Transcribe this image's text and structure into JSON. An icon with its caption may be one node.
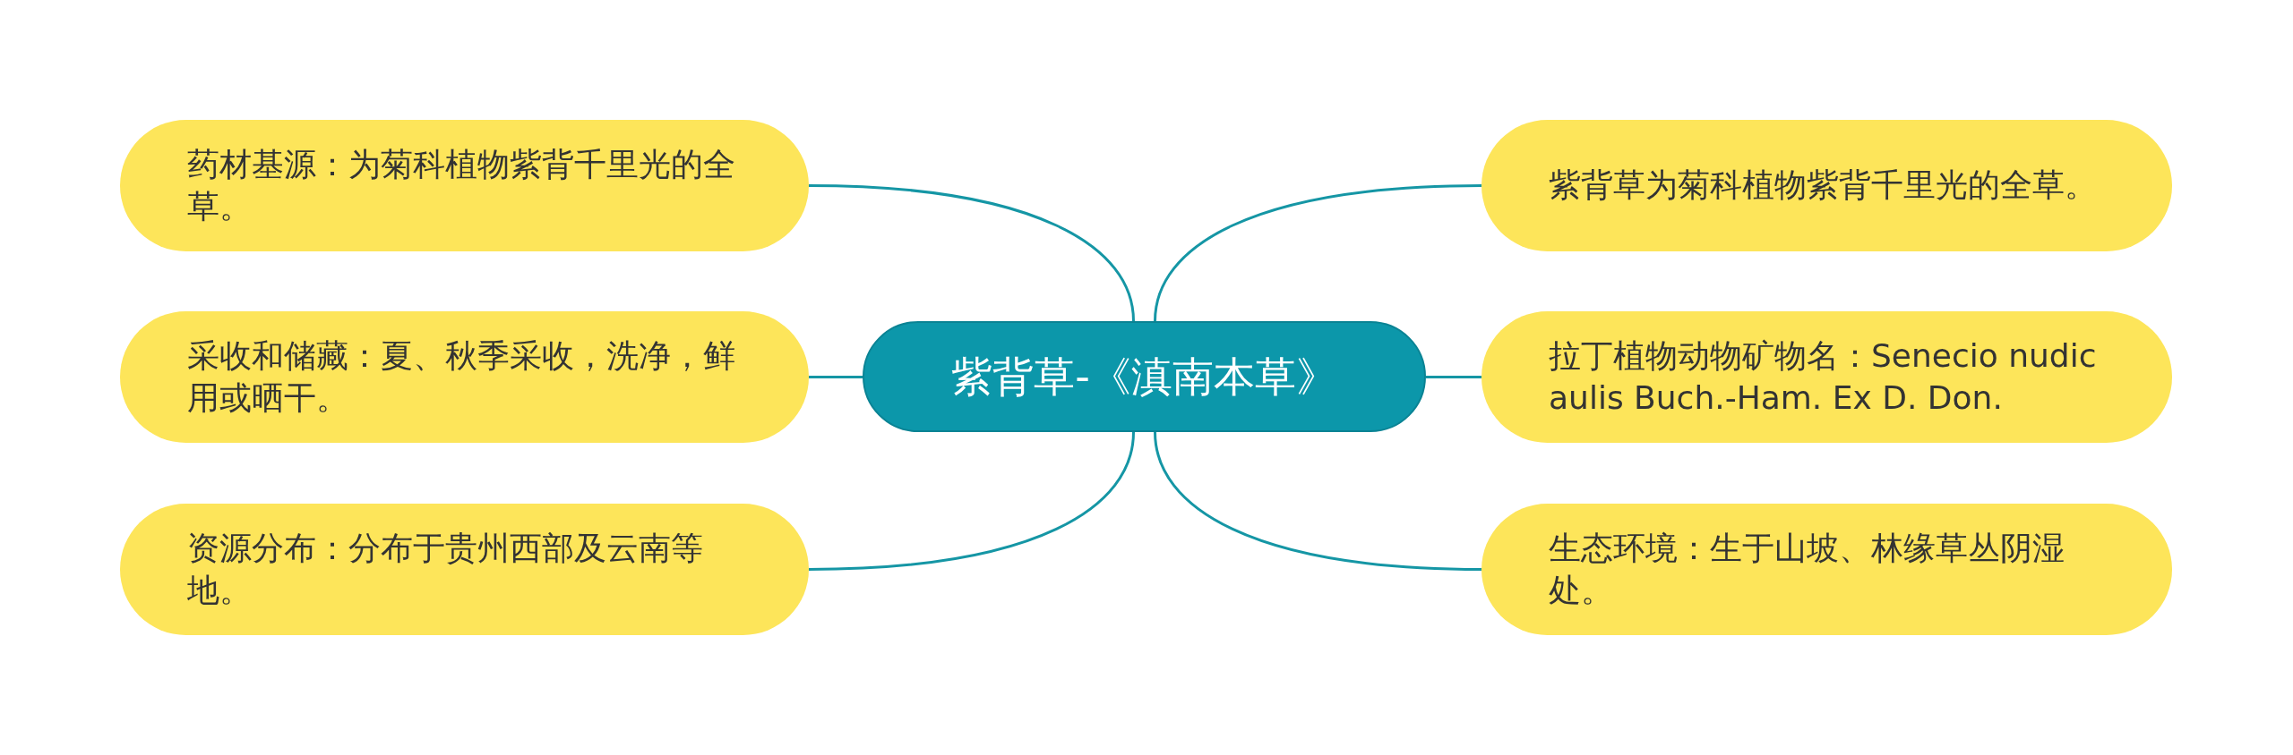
{
  "diagram": {
    "nodes": [
      {
        "text": [
          "紫背草-《滇南本草》"
        ]
      },
      {
        "text": [
          "药材基源：为菊科植物紫背千里光的全草。"
        ]
      },
      {
        "text": [
          "采收和储藏：夏、秋季采收，洗净，鲜用或晒干。"
        ]
      },
      {
        "text": [
          "资源分布：分布于贵州西部及云南等地。"
        ]
      },
      {
        "text": [
          "紫背草为菊科植物紫背千里光的全草。"
        ]
      },
      {
        "text": [
          "拉丁植物动物矿物名：Senecio nudicaulis Buch.-Ham. Ex D. Don."
        ]
      },
      {
        "text": [
          "生态环境：生于山坡、林缘草丛阴湿处。"
        ]
      }
    ],
    "edges": [
      {
        "from": 0,
        "to": 1,
        "arrow": "none"
      },
      {
        "from": 0,
        "to": 2,
        "arrow": "none"
      },
      {
        "from": 0,
        "to": 3,
        "arrow": "none"
      },
      {
        "from": 0,
        "to": 4,
        "arrow": "none"
      },
      {
        "from": 0,
        "to": 5,
        "arrow": "none"
      },
      {
        "from": 0,
        "to": 6,
        "arrow": "none"
      }
    ]
  }
}
